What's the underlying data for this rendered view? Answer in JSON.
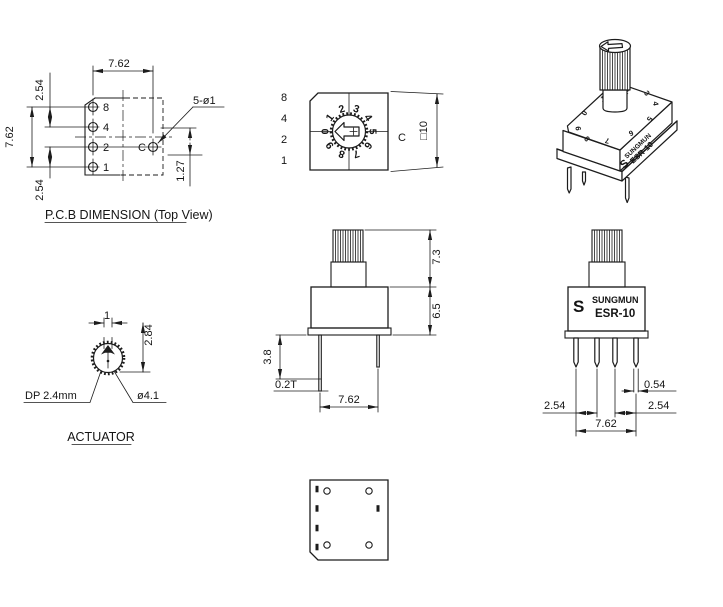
{
  "page": {
    "background": "#ffffff",
    "line_color": "#1c1c1c"
  },
  "views": {
    "pcb": {
      "title": "P.C.B DIMENSION (Top View)",
      "pins": [
        "8",
        "4",
        "2",
        "1"
      ],
      "common": "C",
      "dim_top_width": "7.62",
      "dim_pitch_top": "2.54",
      "dim_span": "7.62",
      "dim_pitch_bottom": "2.54",
      "callout_holes": "5-ø1",
      "dim_common_offset": "1.27"
    },
    "top": {
      "dial": [
        "0",
        "1",
        "2",
        "3",
        "4",
        "5",
        "6",
        "7",
        "8",
        "9"
      ],
      "pins": [
        "8",
        "4",
        "2",
        "1"
      ],
      "common": "C",
      "dim_body": "□10"
    },
    "iso": {
      "brand": "SUNGMUN",
      "model": "ESR-10",
      "logo": "S",
      "dial": [
        "0",
        "1",
        "2",
        "3",
        "4",
        "5",
        "6",
        "7",
        "8",
        "9"
      ]
    },
    "actuator": {
      "title": "ACTUATOR",
      "dim_slot_width": "1",
      "dim_slot_offset": "2.84",
      "callout_depth": "DP 2.4mm",
      "callout_dia": "ø4.1"
    },
    "side": {
      "dim_knob_height": "7.3",
      "dim_body_height": "6.5",
      "dim_pin_length": "3.8",
      "dim_pin_thickness": "0.2T",
      "dim_pin_span": "7.62"
    },
    "front": {
      "brand": "SUNGMUN",
      "model": "ESR-10",
      "logo": "S",
      "dim_pin_width": "0.54",
      "dim_pitch_left": "2.54",
      "dim_pitch_right": "2.54",
      "dim_pin_span": "7.62"
    }
  }
}
